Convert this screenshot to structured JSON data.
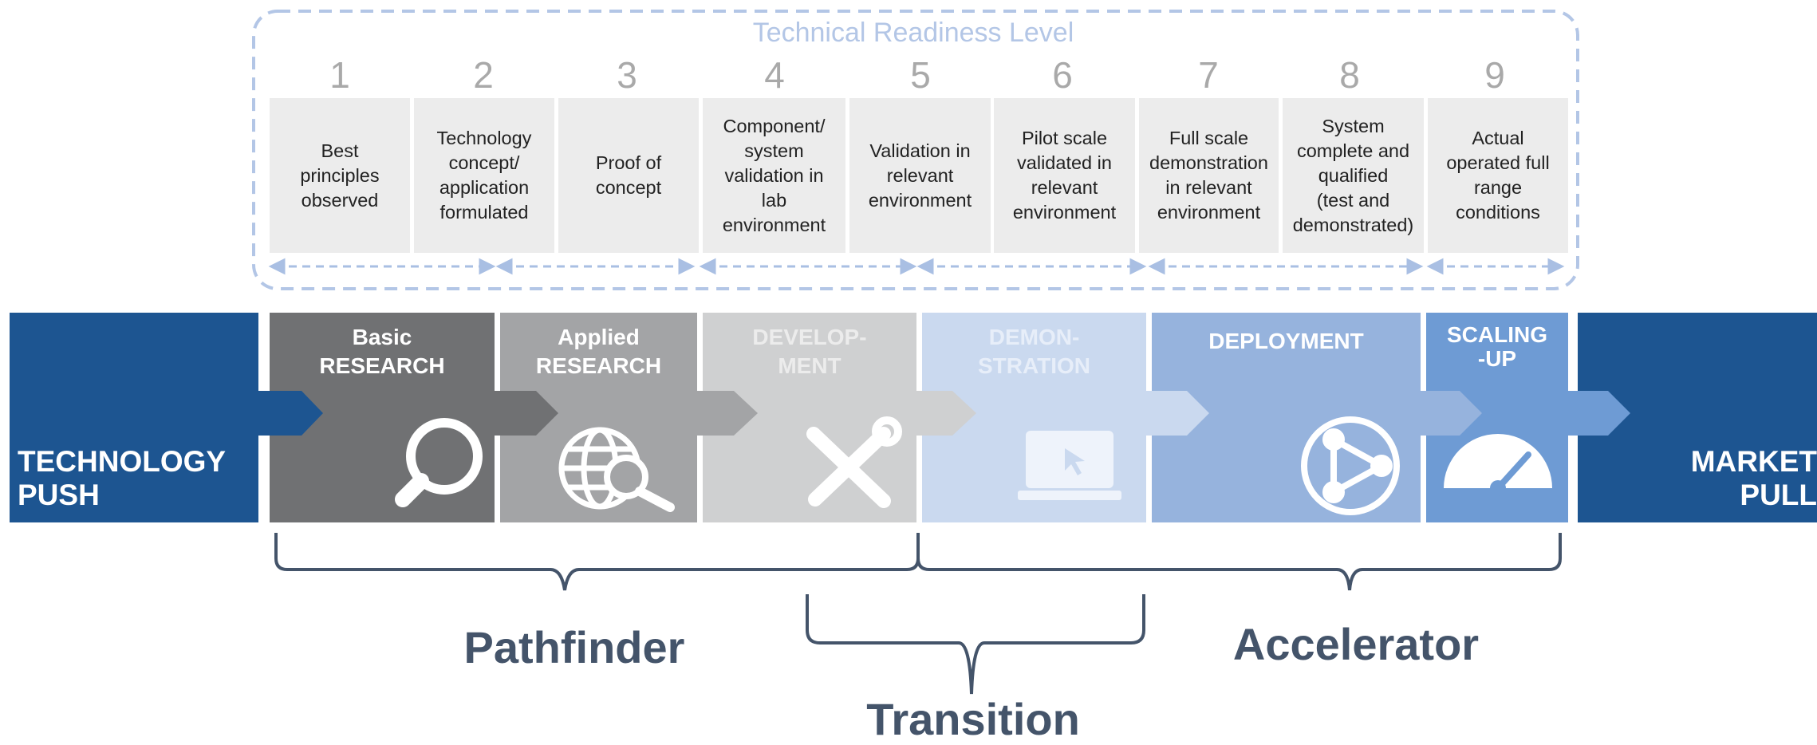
{
  "trl_title": "Technical Readiness Level",
  "trl_levels": [
    {
      "number": "1",
      "text": "Best\nprinciples\nobserved"
    },
    {
      "number": "2",
      "text": "Technology\nconcept/\napplication\nformulated"
    },
    {
      "number": "3",
      "text": "Proof of\nconcept"
    },
    {
      "number": "4",
      "text": "Component/\nsystem\nvalidation in\nlab\nenvironment"
    },
    {
      "number": "5",
      "text": "Validation in\nrelevant\nenvironment"
    },
    {
      "number": "6",
      "text": "Pilot scale\nvalidated in\nrelevant\nenvironment"
    },
    {
      "number": "7",
      "text": "Full scale\ndemonstration\nin relevant\nenvironment"
    },
    {
      "number": "8",
      "text": "System\ncomplete and\nqualified\n(test and\ndemonstrated)"
    },
    {
      "number": "9",
      "text": "Actual\noperated full\nrange\nconditions"
    }
  ],
  "push_label": "TECHNOLOGY\nPUSH",
  "pull_label": "MARKET\nPULL",
  "phases": [
    {
      "label": "Basic\nRESEARCH",
      "icon": "magnifier-icon",
      "color": "#707173"
    },
    {
      "label": "Applied\nRESEARCH",
      "icon": "globe-search-icon",
      "color": "#a3a4a6"
    },
    {
      "label": "DEVELOP-\nMENT",
      "icon": "tools-icon",
      "color": "#cfd0d1"
    },
    {
      "label": "DEMON-\nSTRATION",
      "icon": "laptop-icon",
      "color": "#cad9ef"
    },
    {
      "label": "DEPLOYMENT",
      "icon": "network-icon",
      "color": "#96b3dd"
    },
    {
      "label": "SCALING\n-UP",
      "icon": "gauge-icon",
      "color": "#6e9bd4"
    }
  ],
  "groups": {
    "pathfinder": "Pathfinder",
    "transition": "Transition",
    "accelerator": "Accelerator"
  },
  "colors": {
    "push_pull": "#1d5591",
    "dashed": "#b3c6e6",
    "bracket": "#44546a",
    "trl_box": "#ececec"
  }
}
